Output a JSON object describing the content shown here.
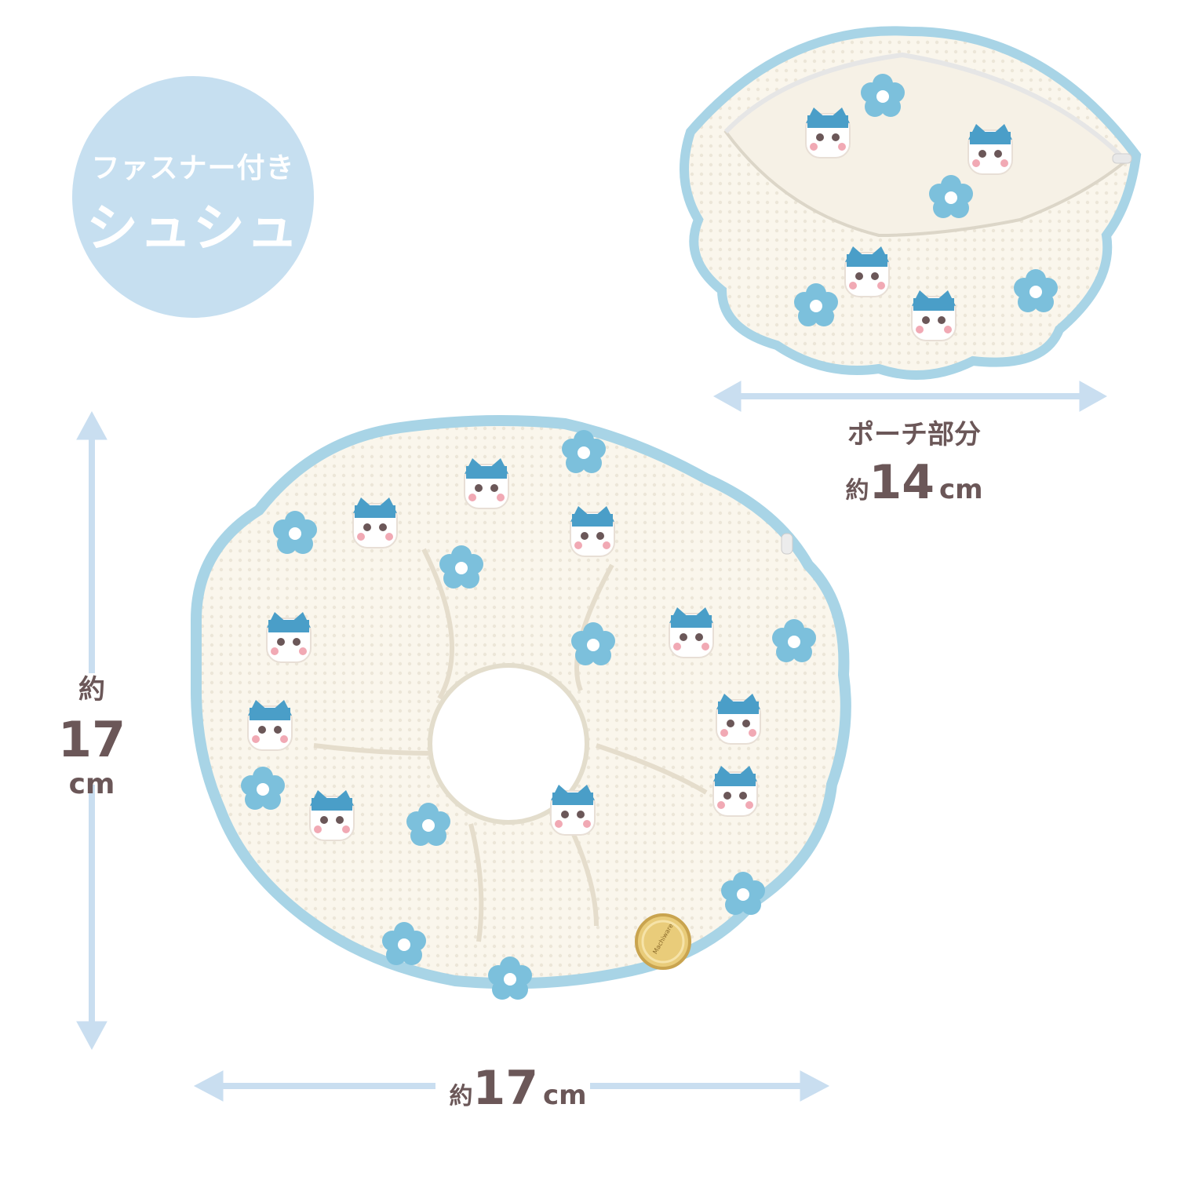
{
  "badge": {
    "line1": "ファスナー付き",
    "line2": "シュシュ",
    "color": "#c6dff0"
  },
  "pouch": {
    "caption": "ポーチ部分",
    "size_prefix": "約",
    "size_value": "14",
    "size_unit": "cm"
  },
  "height": {
    "prefix": "約",
    "value": "17",
    "unit": "cm"
  },
  "width": {
    "prefix": "約",
    "value": "17",
    "unit": "cm"
  },
  "product_label": {
    "brand_text": "Machiware"
  },
  "colors": {
    "arrow": "#c9def0",
    "text": "#6b5758",
    "fabric": "#faf6ec",
    "trim": "#a8d4e6",
    "flower": "#7cc0dc"
  }
}
